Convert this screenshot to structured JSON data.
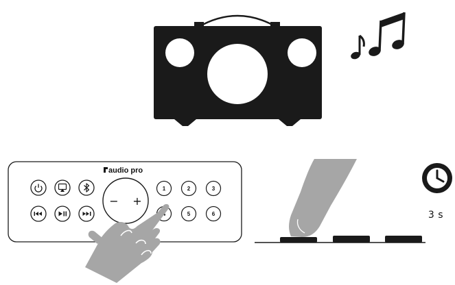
{
  "brand": {
    "name": "audio pro"
  },
  "volume": {
    "minus_label": "−",
    "plus_label": "+"
  },
  "presets": [
    "1",
    "2",
    "3",
    "4",
    "5",
    "6"
  ],
  "timer": {
    "duration": "3 s"
  },
  "icons": {
    "speaker": "speaker-icon",
    "music": "music-notes-icon",
    "power": "power-icon",
    "airplay": "airplay-icon",
    "bluetooth": "bluetooth-icon",
    "prev": "previous-track-icon",
    "play_pause": "play-pause-icon",
    "next": "next-track-icon",
    "hand": "pressing-hand-icon",
    "finger": "pressing-finger-icon",
    "clock": "clock-icon"
  },
  "colors": {
    "ink": "#1a1a1a",
    "hand": "#a6a6a6",
    "background": "#ffffff"
  }
}
